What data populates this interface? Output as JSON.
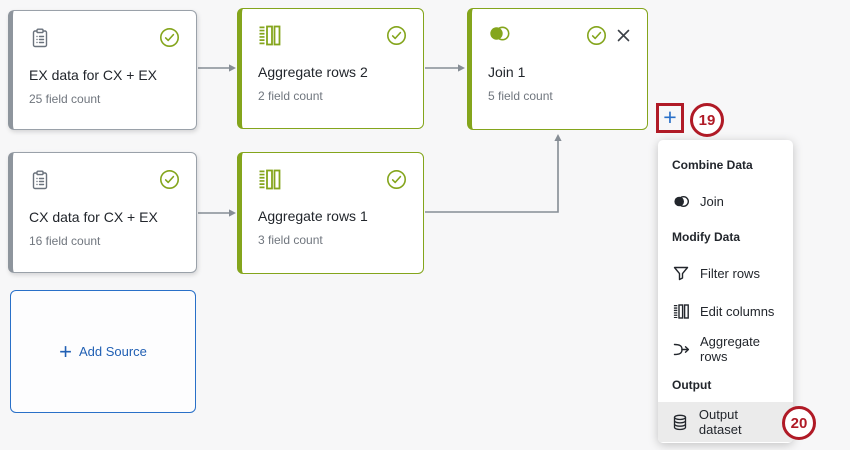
{
  "flow": {
    "nodes": [
      {
        "title": "EX data for CX + EX",
        "subtitle": "25 field count"
      },
      {
        "title": "Aggregate rows 2",
        "subtitle": "2 field count"
      },
      {
        "title": "Join 1",
        "subtitle": "5 field count"
      },
      {
        "title": "CX data for CX + EX",
        "subtitle": "16 field count"
      },
      {
        "title": "Aggregate rows 1",
        "subtitle": "3 field count"
      }
    ],
    "add_source_plus": "+",
    "add_source_label": "Add Source",
    "add_step_plus": "+"
  },
  "annotations": {
    "badge_19": "19",
    "badge_20": "20"
  },
  "menu": {
    "combine_header": "Combine Data",
    "join": "Join",
    "modify_header": "Modify Data",
    "filter_rows": "Filter rows",
    "edit_columns": "Edit columns",
    "aggregate_rows": "Aggregate rows",
    "output_header": "Output",
    "output_dataset": "Output dataset"
  },
  "colors": {
    "node_green": "#84a51c",
    "accent_blue": "#2970c8",
    "annotation_red": "#b01a26",
    "arrow_gray": "#868d95"
  }
}
